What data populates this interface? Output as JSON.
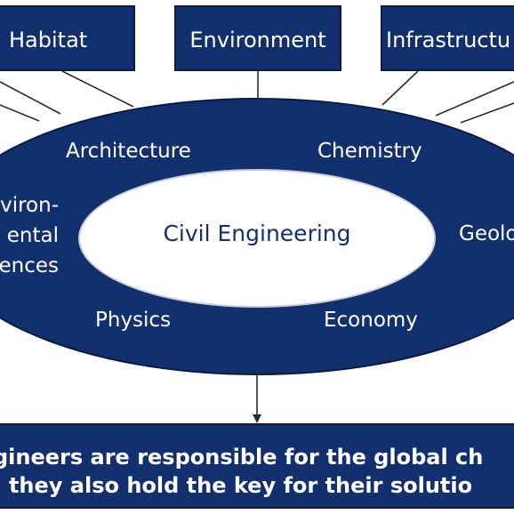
{
  "diagram": {
    "top_boxes": [
      "Habitat",
      "Environment",
      "Infrastructu"
    ],
    "center": "Civil Engineering",
    "fields": {
      "architecture": "Architecture",
      "chemistry": "Chemistry",
      "physics": "Physics",
      "economy": "Economy",
      "geology": "Geolo",
      "environmental_sciences": "viron-\nental\nences"
    },
    "bottom_lines": [
      "gineers are responsible for the global ch",
      ": they also hold the key for their solutio"
    ],
    "colors": {
      "navy": "#12306e",
      "white": "#ffffff"
    }
  }
}
